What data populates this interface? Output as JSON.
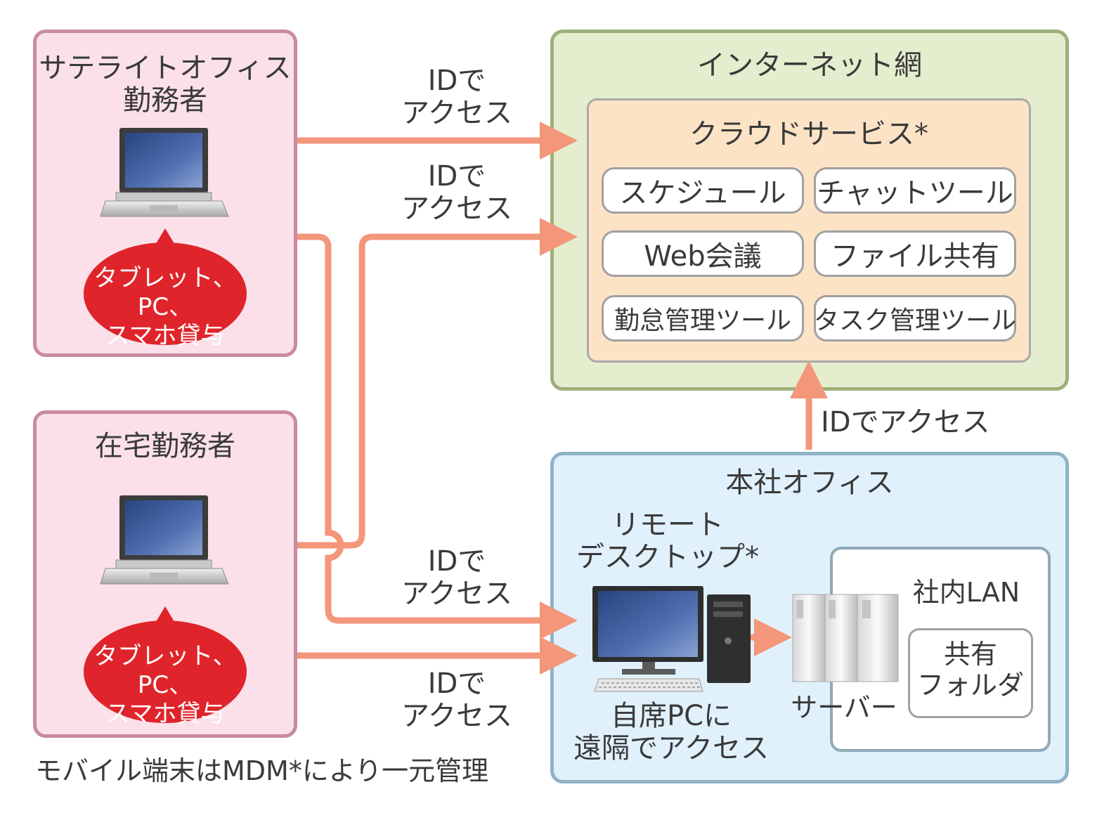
{
  "satellite": {
    "title": "サテライトオフィス\n勤務者",
    "bubble": "タブレット、PC、\nスマホ貸与"
  },
  "home": {
    "title": "在宅勤務者",
    "bubble": "タブレット、PC、\nスマホ貸与"
  },
  "internet": {
    "title": "インターネット網",
    "cloud": {
      "title": "クラウドサービス*",
      "services": [
        "スケジュール",
        "チャットツール",
        "Web会議",
        "ファイル共有",
        "勤怠管理ツール",
        "タスク管理ツール"
      ]
    }
  },
  "office": {
    "title": "本社オフィス",
    "remote_desktop": "リモート\nデスクトップ*",
    "own_pc": "自席PCに\n遠隔でアクセス",
    "server": "サーバー",
    "lan": {
      "title": "社内LAN",
      "folder": "共有\nフォルダ"
    }
  },
  "arrows": {
    "id_access_1": "IDで\nアクセス",
    "id_access_2": "IDで\nアクセス",
    "id_access_3": "IDで\nアクセス",
    "id_access_4": "IDで\nアクセス",
    "id_access_office": "IDでアクセス"
  },
  "footer": "モバイル端末はMDM*により一元管理",
  "colors": {
    "arrow": "#f4967a",
    "bubble": "#e0242b"
  }
}
